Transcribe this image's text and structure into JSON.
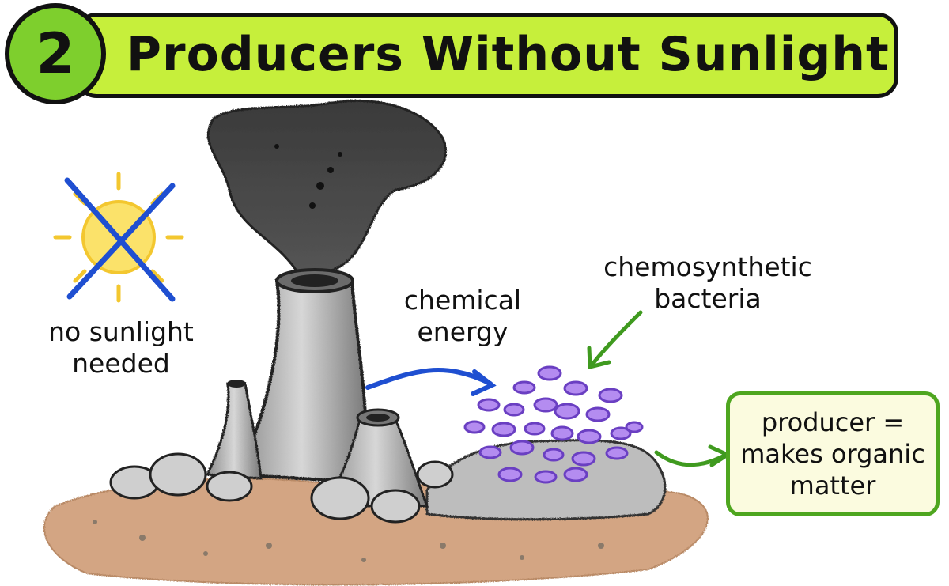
{
  "title": {
    "step_number": "2",
    "text": "Producers Without Sunlight"
  },
  "labels": {
    "no_sunlight": [
      "no sunlight",
      "needed"
    ],
    "chemical_energy": [
      "chemical",
      "energy"
    ],
    "chemosynthetic_bacteria": [
      "chemosynthetic",
      "bacteria"
    ],
    "producer_definition": [
      "producer =",
      "makes organic",
      "matter"
    ]
  },
  "colors": {
    "title_band": "#c6ef3b",
    "step_circle": "#7ecf2d",
    "cross": "#1f4fd1",
    "sun": "#fbe26a",
    "energy_arrow": "#1f4fd1",
    "bacteria_arrow": "#3f9a1f",
    "bacteria": "#b48cf0",
    "box_border": "#4ea61f"
  },
  "icons": {
    "sun": "sun-icon",
    "cross": "cross-out-icon",
    "vent": "hydrothermal-vent-icon",
    "bacteria": "bacteria-cluster-icon"
  }
}
